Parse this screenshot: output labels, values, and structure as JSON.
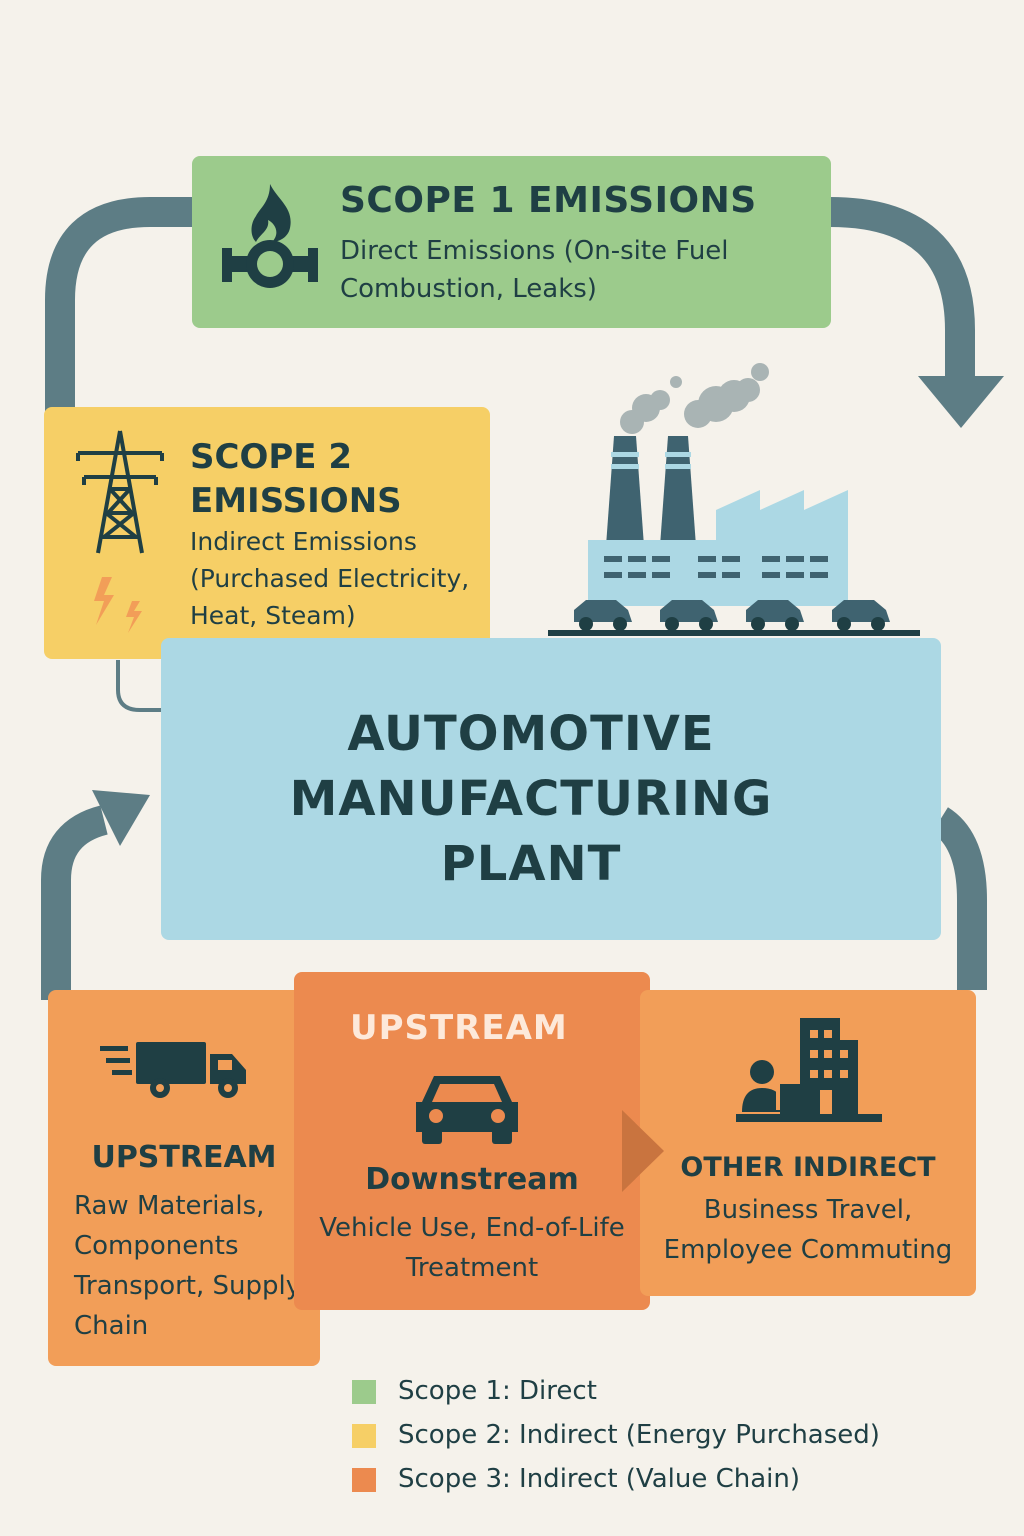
{
  "colors": {
    "scope1": "#9ccb8c",
    "scope2": "#f6cf66",
    "scope3": "#ec8a4f",
    "plant": "#acd8e4",
    "arrow": "#5d7d85",
    "text": "#1f3f44"
  },
  "scope1": {
    "title": "SCOPE 1 EMISSIONS",
    "description": "Direct Emissions (On-site Fuel Combustion, Leaks)",
    "icons": [
      "flame-icon",
      "pipe-valve-icon"
    ]
  },
  "scope2": {
    "title": "SCOPE 2 EMISSIONS",
    "description": "Indirect Emissions (Purchased Electricity, Heat, Steam)",
    "icons": [
      "power-tower-icon",
      "lightning-icon"
    ]
  },
  "plant": {
    "title": "AUTOMOTIVE MANUFACTURING PLANT",
    "icon": "factory-icon"
  },
  "scope3": {
    "upstream_box": {
      "title": "UPSTREAM",
      "description": "Raw Materials, Components Transport, Supply Chain",
      "icon": "truck-icon"
    },
    "downstream_box": {
      "heading": "UPSTREAM",
      "title": "Downstream",
      "description": "Vehicle Use, End-of-Life Treatment",
      "icon": "car-icon"
    },
    "other_box": {
      "title": "OTHER INDIRECT",
      "description": "Business Travel, Employee Commuting",
      "icon": "office-worker-icon"
    }
  },
  "legend": [
    {
      "label": "Scope 1: Direct",
      "color": "#9ccb8c"
    },
    {
      "label": "Scope 2: Indirect (Energy Purchased)",
      "color": "#f6cf66"
    },
    {
      "label": "Scope 3: Indirect (Value Chain)",
      "color": "#ec8a4f"
    }
  ]
}
